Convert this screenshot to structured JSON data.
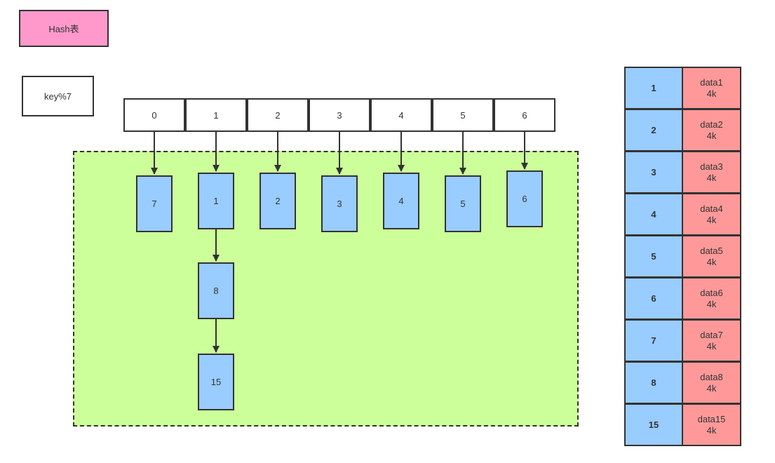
{
  "title": "Hash表",
  "formula": "key%7",
  "index_cells": [
    "0",
    "1",
    "2",
    "3",
    "4",
    "5",
    "6"
  ],
  "bucket_nodes": {
    "b0": "7",
    "b1": "1",
    "b1_next": "8",
    "b1_next2": "15",
    "b2": "2",
    "b3": "3",
    "b4": "4",
    "b5": "5",
    "b6": "6"
  },
  "data_table": [
    {
      "key": "1",
      "value": "data1",
      "size": "4k"
    },
    {
      "key": "2",
      "value": "data2",
      "size": "4k"
    },
    {
      "key": "3",
      "value": "data3",
      "size": "4k"
    },
    {
      "key": "4",
      "value": "data4",
      "size": "4k"
    },
    {
      "key": "5",
      "value": "data5",
      "size": "4k"
    },
    {
      "key": "6",
      "value": "data6",
      "size": "4k"
    },
    {
      "key": "7",
      "value": "data7",
      "size": "4k"
    },
    {
      "key": "8",
      "value": "data8",
      "size": "4k"
    },
    {
      "key": "15",
      "value": "data15",
      "size": "4k"
    }
  ],
  "colors": {
    "title_fill": "#ff99cc",
    "bucket_area_fill": "#ccff99",
    "node_fill": "#99ccff",
    "data_fill": "#ff9999",
    "stroke": "#333333"
  }
}
